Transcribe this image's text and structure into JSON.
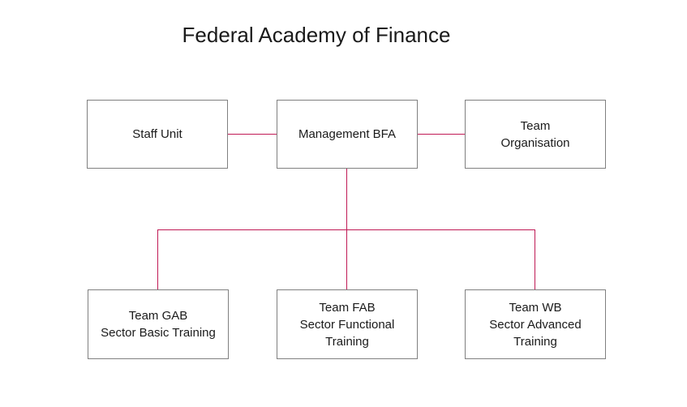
{
  "title": "Federal Academy of Finance",
  "diagram": {
    "nodes": [
      {
        "id": "staff-unit",
        "lines": [
          "Staff Unit"
        ]
      },
      {
        "id": "management-bfa",
        "lines": [
          "Management BFA"
        ]
      },
      {
        "id": "team-organisation",
        "lines": [
          "Team",
          "Organisation"
        ]
      },
      {
        "id": "team-gab",
        "lines": [
          "Team GAB",
          "Sector Basic Training"
        ]
      },
      {
        "id": "team-fab",
        "lines": [
          "Team FAB",
          "Sector Functional",
          "Training"
        ]
      },
      {
        "id": "team-wb",
        "lines": [
          "Team WB",
          "Sector Advanced",
          "Training"
        ]
      }
    ],
    "colors": {
      "connector": "#c01a55",
      "box_border": "#808080",
      "text": "#1a1a1a",
      "background": "#ffffff"
    }
  }
}
